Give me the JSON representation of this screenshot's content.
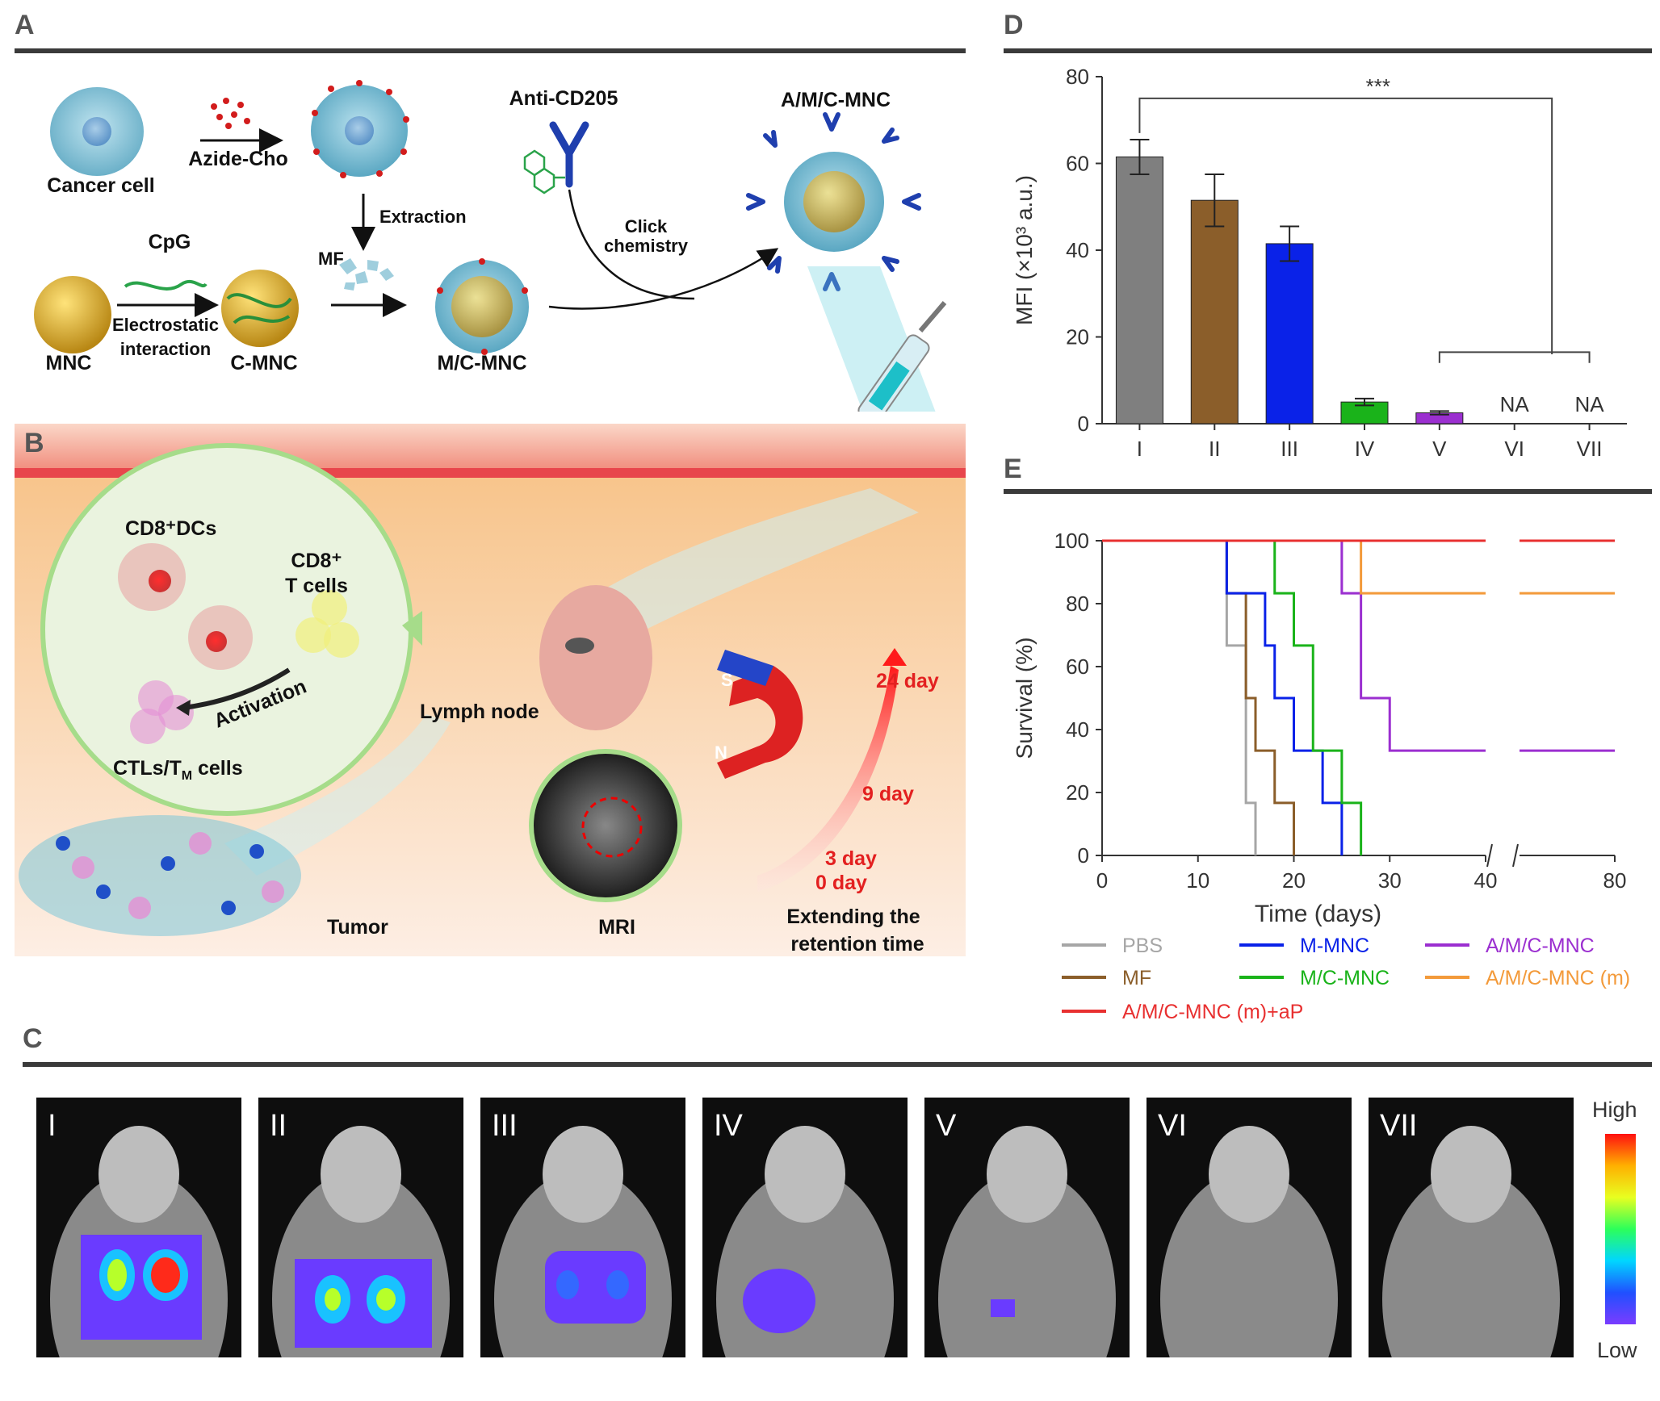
{
  "panels": {
    "A": "A",
    "B": "B",
    "C": "C",
    "D": "D",
    "E": "E"
  },
  "panel_a": {
    "cancer_cell": "Cancer cell",
    "azide_cho": "Azide-Cho",
    "extraction": "Extraction",
    "mf": "MF",
    "anti_cd205": "Anti-CD205",
    "amc_mnc": "A/M/C-MNC",
    "click_line1": "Click",
    "click_line2": "chemistry",
    "cpg": "CpG",
    "electro_line1": "Electrostatic",
    "electro_line2": "interaction",
    "mnc": "MNC",
    "c_mnc": "C-MNC",
    "mc_mnc": "M/C-MNC"
  },
  "panel_b": {
    "cd8_dcs": "CD8⁺DCs",
    "cd8_t_line1": "CD8⁺",
    "cd8_t_line2": "T cells",
    "activation": "Activation",
    "ctls": "CTLs/T",
    "ctls_sub": "M",
    "ctls_tail": " cells",
    "lymph_node": "Lymph node",
    "tumor": "Tumor",
    "mri": "MRI",
    "days": [
      "24 day",
      "9 day",
      "3 day",
      "0 day"
    ],
    "extending_line1": "Extending the",
    "extending_line2": "retention time",
    "magnet_s": "S",
    "magnet_n": "N"
  },
  "panel_c": {
    "labels": [
      "I",
      "II",
      "III",
      "IV",
      "V",
      "VI",
      "VII"
    ],
    "scale_high": "High",
    "scale_low": "Low"
  },
  "colors": {
    "I": "#7f7f7f",
    "II": "#8b5e2a",
    "III": "#0a22e8",
    "IV": "#1ab31a",
    "V": "#9b2fd0",
    "PBS": "#a6a6a6",
    "MF": "#8b5e2a",
    "M-MNC": "#0a22e8",
    "M/C-MNC": "#1ab31a",
    "A/M/C-MNC": "#9b2fd0",
    "A/M/C-MNC (m)": "#f39a3a",
    "A/M/C-MNC (m)+aP": "#e83030"
  },
  "chart_data": [
    {
      "type": "bar",
      "panel": "D",
      "categories": [
        "I",
        "II",
        "III",
        "IV",
        "V",
        "VI",
        "VII"
      ],
      "values": [
        61.5,
        51.5,
        41.5,
        5,
        2.5,
        null,
        null
      ],
      "errors": [
        4,
        6,
        4,
        0.8,
        0.4,
        null,
        null
      ],
      "na_labels": [
        "",
        "",
        "",
        "",
        "",
        "NA",
        "NA"
      ],
      "ylabel": "MFI (×10³ a.u.)",
      "ylim": [
        0,
        80
      ],
      "yticks": [
        0,
        20,
        40,
        60,
        80
      ],
      "significance": "***"
    },
    {
      "type": "line",
      "panel": "E",
      "xlabel": "Time (days)",
      "ylabel": "Survival (%)",
      "xticks": [
        0,
        10,
        20,
        30,
        40,
        80
      ],
      "yticks": [
        0,
        20,
        40,
        60,
        80,
        100
      ],
      "xlim": [
        0,
        80
      ],
      "ylim": [
        0,
        100
      ],
      "broken_axis": [
        41,
        43
      ],
      "series": [
        {
          "name": "PBS",
          "points": [
            [
              0,
              100
            ],
            [
              13,
              100
            ],
            [
              13,
              66.7
            ],
            [
              15,
              66.7
            ],
            [
              15,
              16.7
            ],
            [
              16,
              16.7
            ],
            [
              16,
              0
            ]
          ]
        },
        {
          "name": "MF",
          "points": [
            [
              0,
              100
            ],
            [
              13,
              100
            ],
            [
              13,
              83.3
            ],
            [
              15,
              83.3
            ],
            [
              15,
              50
            ],
            [
              16,
              50
            ],
            [
              16,
              33.3
            ],
            [
              18,
              33.3
            ],
            [
              18,
              16.7
            ],
            [
              20,
              16.7
            ],
            [
              20,
              0
            ]
          ]
        },
        {
          "name": "M-MNC",
          "points": [
            [
              0,
              100
            ],
            [
              13,
              100
            ],
            [
              13,
              83.3
            ],
            [
              17,
              83.3
            ],
            [
              17,
              66.7
            ],
            [
              18,
              66.7
            ],
            [
              18,
              50
            ],
            [
              20,
              50
            ],
            [
              20,
              33.3
            ],
            [
              23,
              33.3
            ],
            [
              23,
              16.7
            ],
            [
              25,
              16.7
            ],
            [
              25,
              0
            ]
          ]
        },
        {
          "name": "M/C-MNC",
          "points": [
            [
              0,
              100
            ],
            [
              18,
              100
            ],
            [
              18,
              83.3
            ],
            [
              20,
              83.3
            ],
            [
              20,
              66.7
            ],
            [
              22,
              66.7
            ],
            [
              22,
              33.3
            ],
            [
              25,
              33.3
            ],
            [
              25,
              16.7
            ],
            [
              27,
              16.7
            ],
            [
              27,
              0
            ]
          ]
        },
        {
          "name": "A/M/C-MNC",
          "points": [
            [
              0,
              100
            ],
            [
              25,
              100
            ],
            [
              25,
              83.3
            ],
            [
              27,
              83.3
            ],
            [
              27,
              50
            ],
            [
              30,
              50
            ],
            [
              30,
              33.3
            ],
            [
              40,
              33.3
            ]
          ],
          "post": [
            [
              43,
              33.3
            ],
            [
              80,
              33.3
            ]
          ]
        },
        {
          "name": "A/M/C-MNC (m)",
          "points": [
            [
              0,
              100
            ],
            [
              27,
              100
            ],
            [
              27,
              83.3
            ],
            [
              40,
              83.3
            ]
          ],
          "post": [
            [
              43,
              83.3
            ],
            [
              80,
              83.3
            ]
          ]
        },
        {
          "name": "A/M/C-MNC (m)+aP",
          "points": [
            [
              0,
              100
            ],
            [
              40,
              100
            ]
          ],
          "post": [
            [
              43,
              100
            ],
            [
              80,
              100
            ]
          ]
        }
      ]
    }
  ]
}
